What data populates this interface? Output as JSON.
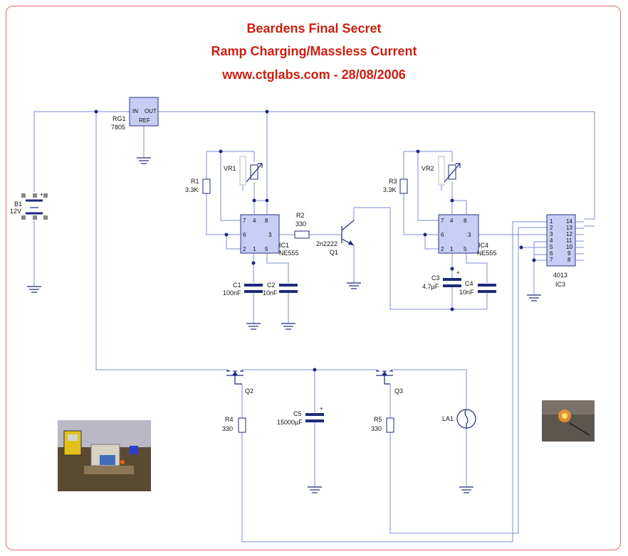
{
  "title": {
    "line1": "Beardens Final Secret",
    "line2": "Ramp Charging/Massless Current",
    "line3": "www.ctglabs.com - 28/08/2006"
  },
  "colors": {
    "title": "#cc1f10",
    "wire": "#7c8bd6",
    "component": "#1f2a7a",
    "chip_fill": "#c8cdf3",
    "frame": "#e06a6a"
  },
  "components": {
    "rg1": {
      "name": "RG1",
      "part": "7805",
      "pin_in": "IN",
      "pin_out": "OUT",
      "pin_ref": "REF"
    },
    "b1": {
      "name": "B1",
      "value": "12V",
      "plus": "+"
    },
    "vr1": {
      "name": "VR1"
    },
    "vr2": {
      "name": "VR2"
    },
    "r1": {
      "name": "R1",
      "value": "3.3K"
    },
    "r2": {
      "name": "R2",
      "value": "330"
    },
    "r3": {
      "name": "R3",
      "value": "3.3K"
    },
    "r4": {
      "name": "R4",
      "value": "330"
    },
    "r5": {
      "name": "R5",
      "value": "330"
    },
    "ic1": {
      "name": "IC1",
      "part": "NE555",
      "pins": [
        "7",
        "4",
        "8",
        "6",
        "3",
        "2",
        "1",
        "5"
      ]
    },
    "ic4": {
      "name": "IC4",
      "part": "NE555",
      "pins": [
        "7",
        "4",
        "8",
        "6",
        "3",
        "2",
        "1",
        "5"
      ]
    },
    "ic3": {
      "name": "IC3",
      "part": "4013",
      "pins_left": [
        "1",
        "2",
        "3",
        "4",
        "5",
        "6",
        "7"
      ],
      "pins_right": [
        "14",
        "13",
        "12",
        "11",
        "10",
        "9",
        "8"
      ]
    },
    "q1": {
      "name": "Q1",
      "part": "2n2222"
    },
    "q2": {
      "name": "Q2"
    },
    "q3": {
      "name": "Q3"
    },
    "c1": {
      "name": "C1",
      "value": "100nF"
    },
    "c2": {
      "name": "C2",
      "value": "10nF"
    },
    "c3": {
      "name": "C3",
      "value": "4.7µF",
      "plus": "+"
    },
    "c4": {
      "name": "C4",
      "value": "10nF"
    },
    "c5": {
      "name": "C5",
      "value": "15000µF",
      "plus": "+"
    },
    "la1": {
      "name": "LA1"
    }
  }
}
